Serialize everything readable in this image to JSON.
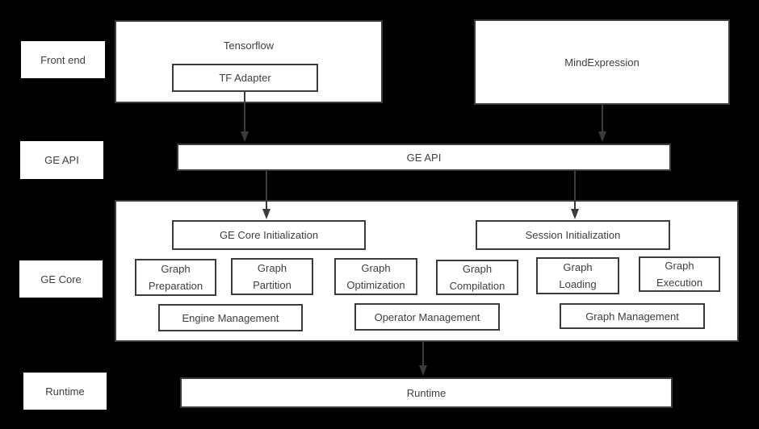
{
  "colors": {
    "background": "#000000",
    "box_fill": "#ffffff",
    "border": "#3b3b3b",
    "text": "#404040",
    "arrow": "#3b3b3b"
  },
  "side_labels": [
    {
      "label": "Front end"
    },
    {
      "label": "GE API"
    },
    {
      "label": "GE Core"
    },
    {
      "label": "Runtime"
    }
  ],
  "frontend": {
    "tensorflow_label": "Tensorflow",
    "tf_adapter_label": "TF Adapter",
    "mindexpression_label": "MindExpression"
  },
  "ge_api_bar": {
    "label": "GE API"
  },
  "ge_core": {
    "core_init_label": "GE Core Initialization",
    "session_init_label": "Session Initialization",
    "stages": [
      {
        "line1": "Graph",
        "line2": "Preparation"
      },
      {
        "line1": "Graph",
        "line2": "Partition"
      },
      {
        "line1": "Graph",
        "line2": "Optimization"
      },
      {
        "line1": "Graph",
        "line2": "Compilation"
      },
      {
        "line1": "Graph",
        "line2": "Loading"
      },
      {
        "line1": "Graph",
        "line2": "Execution"
      }
    ],
    "management": [
      {
        "label": "Engine Management"
      },
      {
        "label": "Operator Management"
      },
      {
        "label": "Graph Management"
      }
    ]
  },
  "runtime_bar": {
    "label": "Runtime"
  }
}
